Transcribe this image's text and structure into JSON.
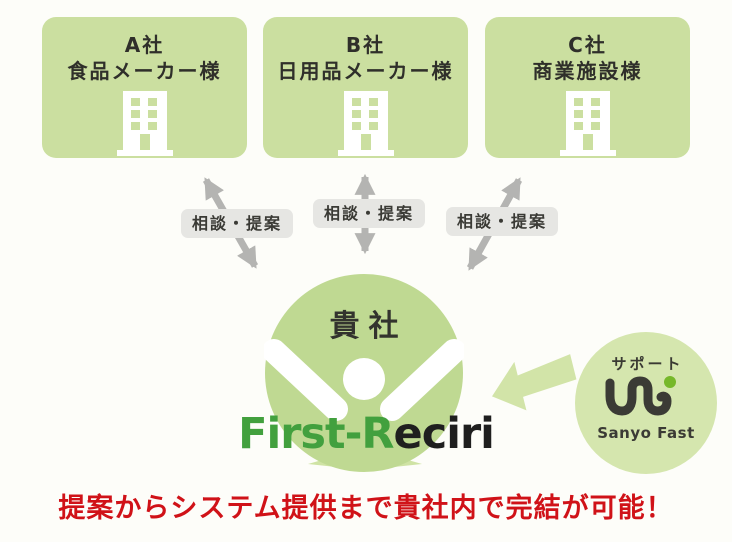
{
  "companies": [
    {
      "name": "A社",
      "category": "食品メーカー様"
    },
    {
      "name": "B社",
      "category": "日用品メーカー様"
    },
    {
      "name": "C社",
      "category": "商業施設様"
    }
  ],
  "relation": {
    "label": "相談・提案"
  },
  "center": {
    "label": "貴社"
  },
  "logo": {
    "green_part": "First-R",
    "dark_part": "eciri",
    "full_text": "First-Reciri"
  },
  "support": {
    "badge": "サポート",
    "brand": "Sanyo Fast"
  },
  "footer": {
    "message": "提案からシステム提供まで貴社内で完結が可能！"
  },
  "icons": {
    "building": "building-icon",
    "person": "person-raising-arms-icon",
    "double_arrow": "double-headed-arrow",
    "block_arrow": "left-block-arrow",
    "uni_mark": "uni-logo-mark"
  },
  "colors": {
    "card_green": "#cbdfa0",
    "center_circle_green": "#bfd992",
    "support_green": "#d5e6ae",
    "arrow_gray": "#b4b4b2",
    "label_gray": "#e6e6e3",
    "text_dark": "#2f2f2a",
    "logo_green": "#42a03e",
    "logo_dark": "#1f1f1f",
    "accent_red": "#d01218",
    "logo_dot_green": "#76b82a"
  }
}
